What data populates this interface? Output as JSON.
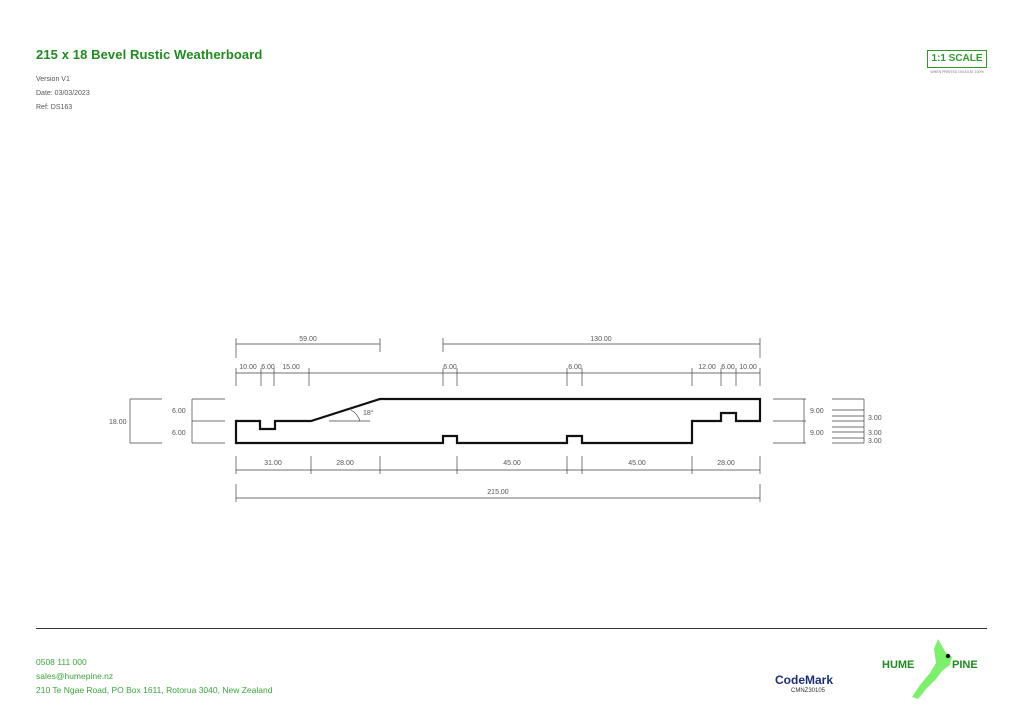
{
  "header": {
    "title": "215 x 18 Bevel Rustic Weatherboard",
    "version": "Version V1",
    "date": "Date: 03/03/2023",
    "ref": "Ref: DS163",
    "scale_label": "1:1 SCALE",
    "scale_note": "WHEN PRINTED ON A3 AT 100%"
  },
  "drawing": {
    "top_overall": [
      "59.00",
      "130.00"
    ],
    "top_detail": [
      "10.00",
      "6.00",
      "15.00",
      "6.00",
      "6.00",
      "12.00",
      "6.00",
      "10.00"
    ],
    "bottom_detail": [
      "31.00",
      "28.00",
      "45.00",
      "45.00",
      "28.00"
    ],
    "overall_width": "215.00",
    "left_height": "18.00",
    "left_detail": [
      "6.00",
      "6.00"
    ],
    "angle": "18°",
    "right_detail": [
      "9.00",
      "9.00"
    ],
    "right_small": [
      "3.00",
      "3.00",
      "3.00"
    ]
  },
  "footer": {
    "phone": "0508 111 000",
    "email": "sales@humepine.nz",
    "address": "210 Te Ngae Road, PO Box 1611, Rotorua 3040, New Zealand",
    "codemark": "CodeMark",
    "codemark_no": "CMNZ30105",
    "brand_left": "HUME",
    "brand_right": "PINE"
  },
  "colors": {
    "brand_green": "#1e8c1e",
    "light_green": "#66ee55"
  }
}
